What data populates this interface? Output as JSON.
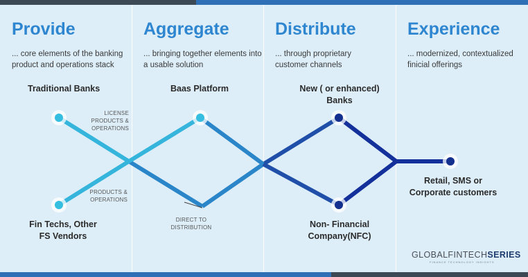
{
  "columns": [
    {
      "title": "Provide",
      "description": "... core elements of the banking product and operations stack"
    },
    {
      "title": "Aggregate",
      "description": "... bringing together elements into a usable solution"
    },
    {
      "title": "Distribute",
      "description": "... through proprietary customer channels"
    },
    {
      "title": "Experience",
      "description": "... modernized, contextualized finicial offerings"
    }
  ],
  "nodes": {
    "traditional_banks": "Traditional Banks",
    "fintechs": "Fin Techs, Other FS Vendors",
    "baas_platform": "Baas Platform",
    "direct_to_distribution": "DIRECT TO DISTRIBUTION",
    "new_banks": "New ( or enhanced) Banks",
    "non_financial": "Non- Financial Company(NFC)",
    "customers": "Retail, SMS or Corporate customers"
  },
  "flow_labels": {
    "license": "LICENSE PRODUCTS & OPERATIONS",
    "products": "PRODUCTS & OPERATIONS"
  },
  "logo": {
    "text_regular": "GLOBALFINTECH",
    "text_bold": "SERIES",
    "tagline": "FINANCE TECHNOLOGY INSIGHTS"
  },
  "colors": {
    "title": "#2e86d0",
    "line_light": "#35b4dc",
    "line_mid": "#2a86c8",
    "line_dark": "#1f4fa8",
    "line_navy": "#14309a",
    "node_light": "#35bee0",
    "node_dark": "#13308e"
  }
}
